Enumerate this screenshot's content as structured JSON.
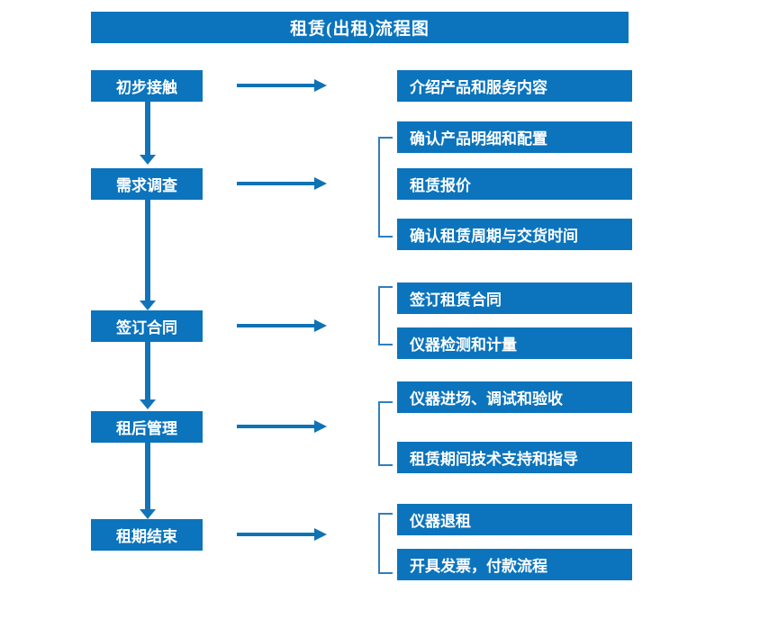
{
  "title": {
    "text": "租赁(出租)流程图"
  },
  "colors": {
    "primary_blue": "#0b74bd",
    "arrow_blue": "#0f72b5",
    "bracket_blue": "#2f7fbf",
    "text_on_blue": "#ffffff",
    "background": "#ffffff"
  },
  "stages": [
    {
      "label": "初步接触",
      "details": [
        "介绍产品和服务内容"
      ],
      "bracketed": false
    },
    {
      "label": "需求调查",
      "details": [
        "确认产品明细和配置",
        "租赁报价",
        "确认租赁周期与交货时间"
      ],
      "bracketed": true
    },
    {
      "label": "签订合同",
      "details": [
        "签订租赁合同",
        "仪器检测和计量"
      ],
      "bracketed": true
    },
    {
      "label": "租后管理",
      "details": [
        "仪器进场、调试和验收",
        "租赁期间技术支持和指导"
      ],
      "bracketed": true
    },
    {
      "label": "租期结束",
      "details": [
        "仪器退租",
        "开具发票，付款流程"
      ],
      "bracketed": true
    }
  ],
  "connectors": {
    "horizontal_arrow_icon": "arrow-right-icon",
    "vertical_arrow_icon": "arrow-down-icon",
    "bracket_icon": "group-bracket-icon"
  }
}
